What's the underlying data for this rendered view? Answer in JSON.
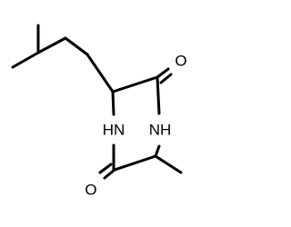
{
  "molecule": {
    "atoms": {
      "o_top": "O",
      "nh_left": "HN",
      "nh_right": "NH",
      "o_bottom": "O"
    },
    "bond_color": "#000000",
    "label_color": "#000000",
    "background": "#ffffff"
  }
}
